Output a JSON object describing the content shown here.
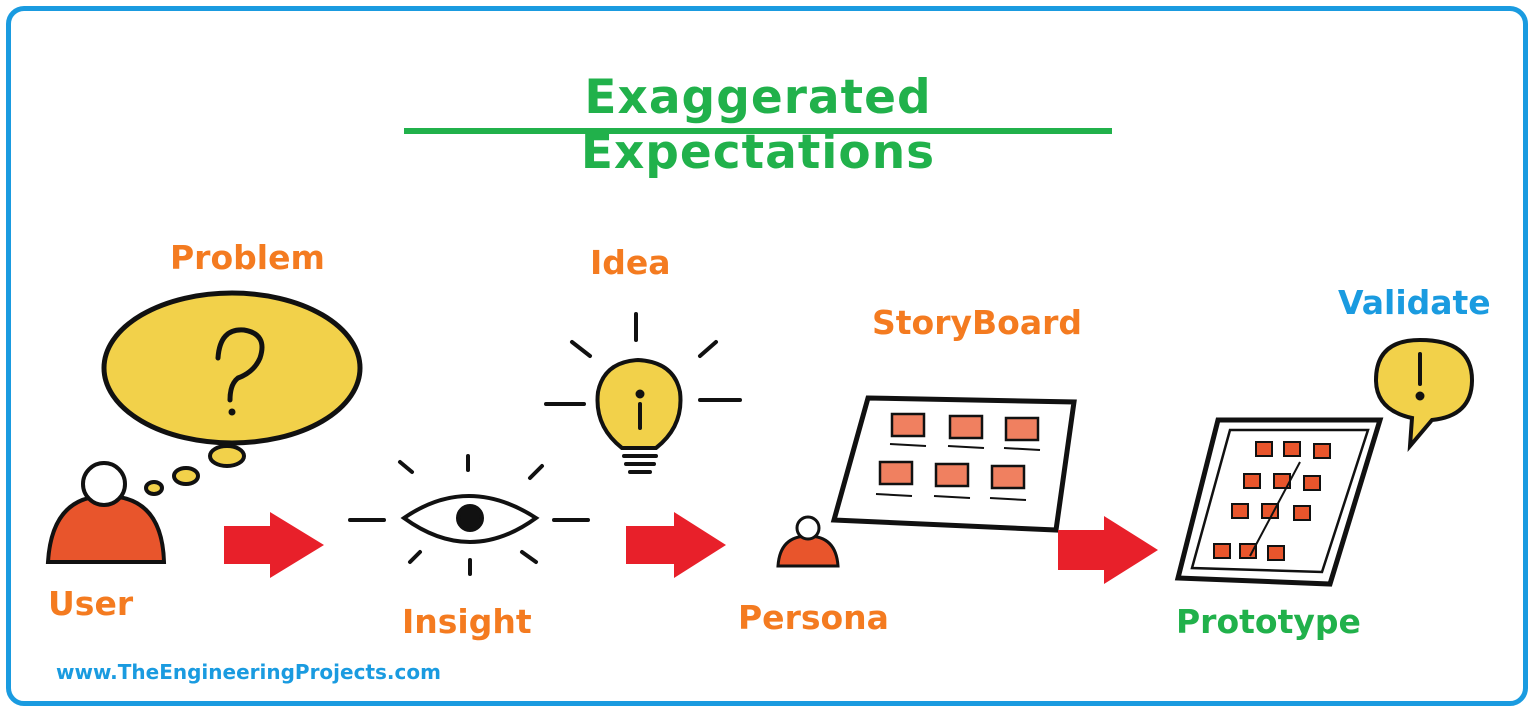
{
  "title": "Exaggerated Expectations",
  "labels": {
    "problem": "Problem",
    "idea": "Idea",
    "storyboard": "StoryBoard",
    "validate": "Validate",
    "user": "User",
    "insight": "Insight",
    "persona": "Persona",
    "prototype": "Prototype"
  },
  "footer": "www.TheEngineeringProjects.com",
  "colors": {
    "title_green": "#21b14b",
    "label_orange": "#f47b20",
    "accent_blue": "#1a9be0",
    "arrow_red": "#e8202a",
    "bubble_yellow": "#f2d14a",
    "figure_red": "#e8552c"
  }
}
